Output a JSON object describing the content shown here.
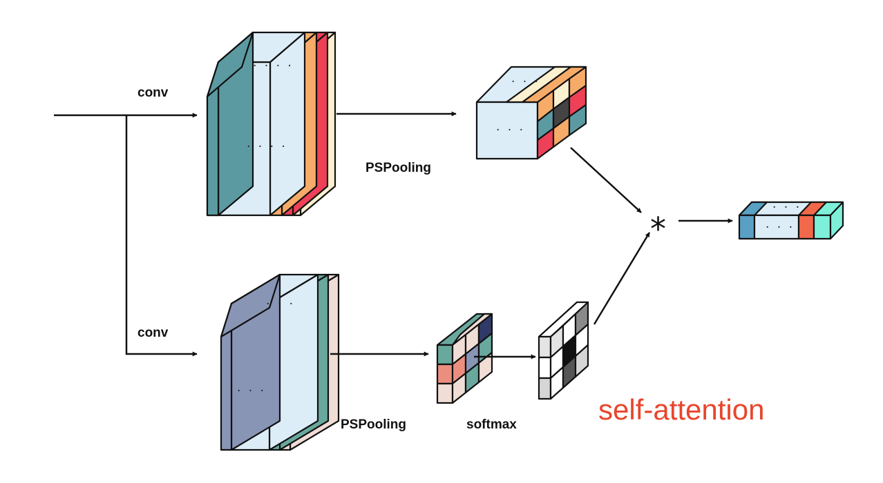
{
  "labels": {
    "conv_top": "conv",
    "conv_bottom": "conv",
    "pspooling_top": "PSPooling",
    "pspooling_bottom": "PSPooling",
    "softmax": "softmax",
    "multiply": "*",
    "ellipsis": "· · · ·",
    "ellipsis_short": "· · ·",
    "caption": "self-attention"
  },
  "colors": {
    "caption": "#e8452c",
    "teal": "#5c9aa2",
    "light_blue": "#dcedf8",
    "orange": "#f6ab68",
    "red": "#ee4057",
    "cream": "#fbf0cf",
    "slate_blue": "#8895b5",
    "green_teal": "#69a89d",
    "pink_beige": "#f0ddd6",
    "salmon": "#eb8e80",
    "dark_navy": "#2f3a66",
    "sky_blue": "#5aa0c4",
    "tomato": "#f2684a",
    "aqua": "#7ef0d9",
    "gray": "#8a8a8a",
    "dark_gray": "#555555",
    "black": "#111111",
    "white": "#ffffff"
  }
}
